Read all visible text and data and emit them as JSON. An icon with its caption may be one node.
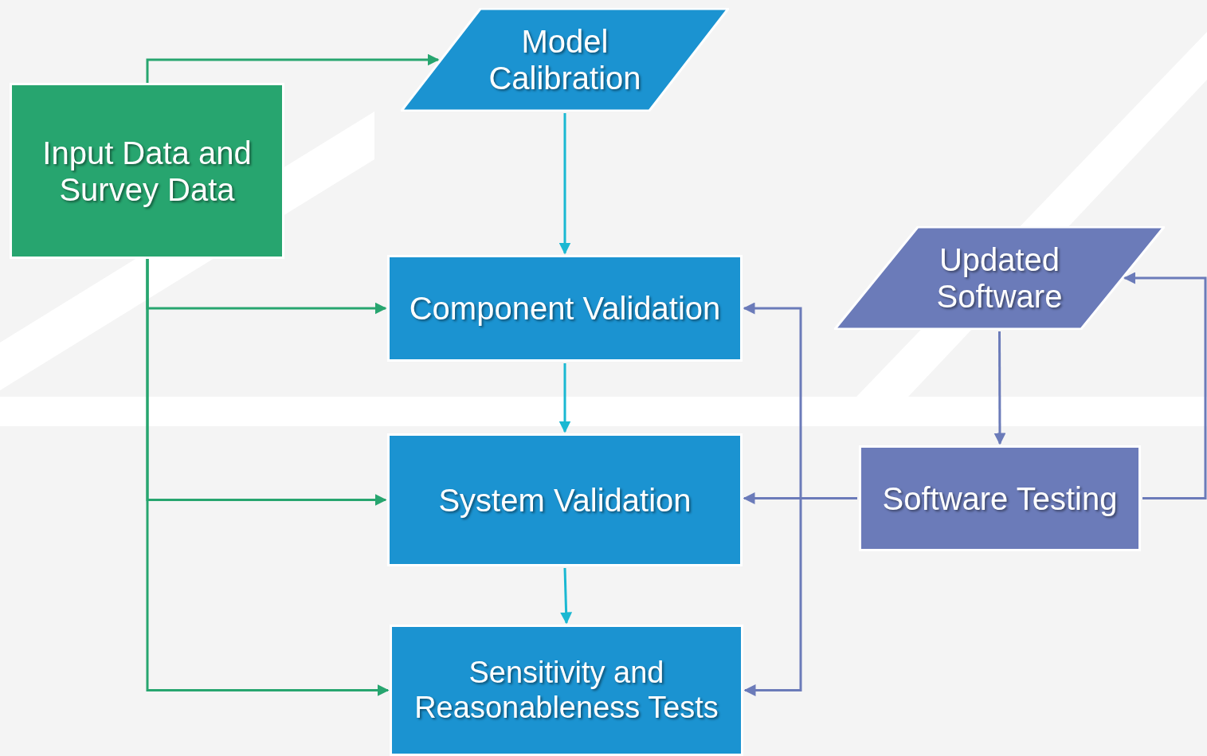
{
  "diagram": {
    "nodes": [
      {
        "text": [
          "Input Data and Survey Data"
        ]
      },
      {
        "text": [
          "Model Calibration"
        ]
      },
      {
        "text": [
          "Component Validation"
        ]
      },
      {
        "text": [
          "System Validation"
        ]
      },
      {
        "text": [
          "Sensitivity and Reasonableness Tests"
        ]
      },
      {
        "text": [
          "Updated Software"
        ]
      },
      {
        "text": [
          "Software Testing"
        ]
      }
    ],
    "edges": [
      {
        "from": 0,
        "to": 1,
        "arrow": "to",
        "color": "#27a56f"
      },
      {
        "from": 0,
        "to": 2,
        "arrow": "to",
        "color": "#27a56f"
      },
      {
        "from": 0,
        "to": 3,
        "arrow": "to",
        "color": "#27a56f"
      },
      {
        "from": 0,
        "to": 4,
        "arrow": "to",
        "color": "#27a56f"
      },
      {
        "from": 1,
        "to": 2,
        "arrow": "to",
        "color": "#1ab8d2"
      },
      {
        "from": 2,
        "to": 3,
        "arrow": "to",
        "color": "#1ab8d2"
      },
      {
        "from": 3,
        "to": 4,
        "arrow": "to",
        "color": "#1ab8d2"
      },
      {
        "from": 5,
        "to": 6,
        "arrow": "to",
        "color": "#6b7bb9"
      },
      {
        "from": 6,
        "to": 5,
        "arrow": "to",
        "color": "#6b7bb9"
      },
      {
        "from": 6,
        "to": 2,
        "arrow": "to",
        "color": "#6b7bb9"
      },
      {
        "from": 6,
        "to": 3,
        "arrow": "to",
        "color": "#6b7bb9"
      },
      {
        "from": 6,
        "to": 4,
        "arrow": "to",
        "color": "#6b7bb9"
      }
    ]
  }
}
